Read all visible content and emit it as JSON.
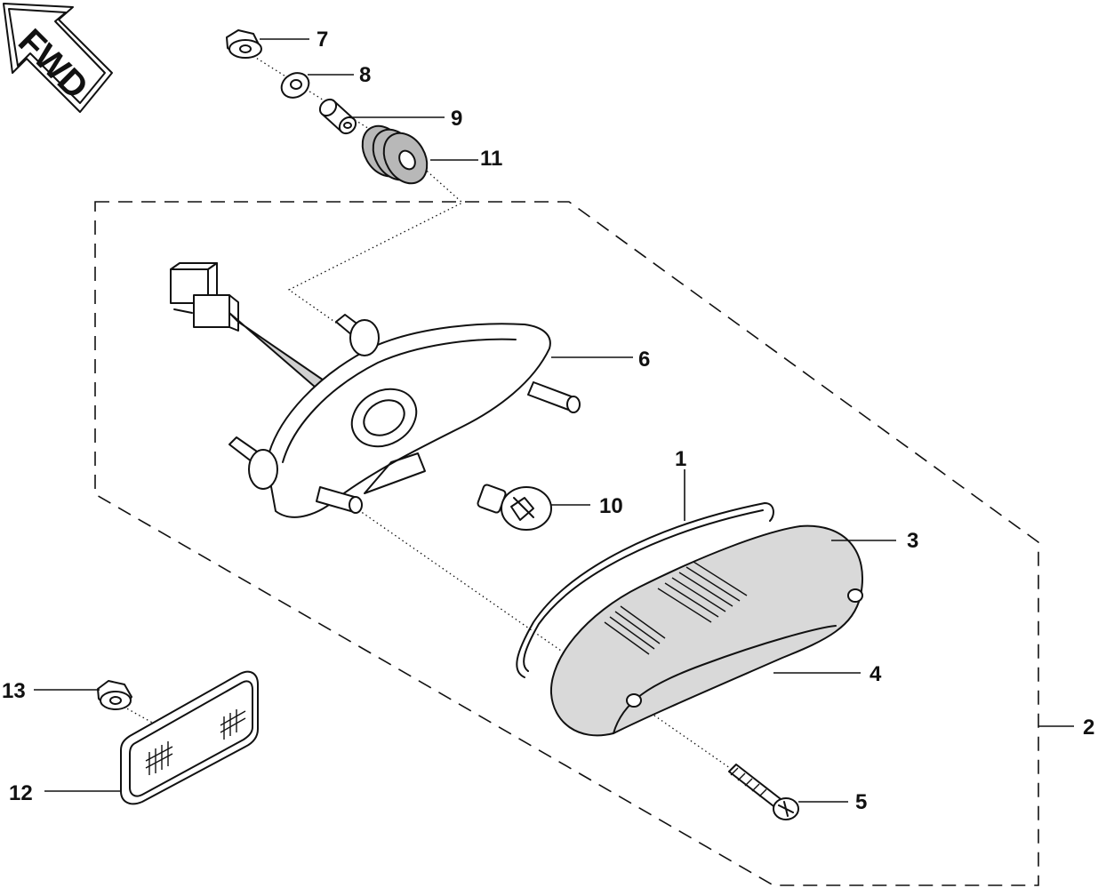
{
  "direction_arrow": {
    "label": "FWD"
  },
  "callouts": {
    "c1": "1",
    "c2": "2",
    "c3": "3",
    "c4": "4",
    "c5": "5",
    "c6": "6",
    "c7": "7",
    "c8": "8",
    "c9": "9",
    "c10": "10",
    "c11": "11",
    "c12": "12",
    "c13": "13"
  },
  "colors": {
    "line": "#111111",
    "part_fill": "#ffffff",
    "lens_fill": "#d9d9d9",
    "grommet_fill": "#b8b8b8",
    "background": "#ffffff"
  }
}
